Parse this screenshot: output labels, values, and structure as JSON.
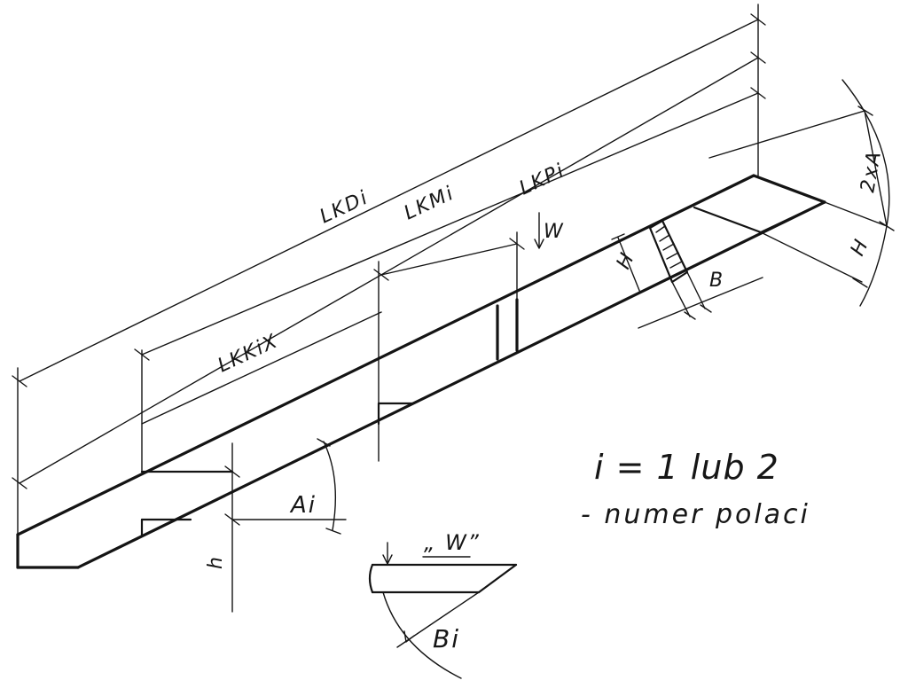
{
  "labels": {
    "lkd": "LKDi",
    "lkm": "LKMi",
    "lkp": "LKPi",
    "lkkix": "LKKiX",
    "w_dim": "W",
    "h_dim": "H",
    "b_dim": "B",
    "h_end": "H",
    "two_a": "2xA",
    "a_angle": "Ai",
    "b_angle": "Bi",
    "h_small": "h",
    "w_detail": "„ W”"
  },
  "note": {
    "line1": "i = 1 lub 2",
    "line2": "- numer polaci"
  },
  "ink_color": "#141414"
}
